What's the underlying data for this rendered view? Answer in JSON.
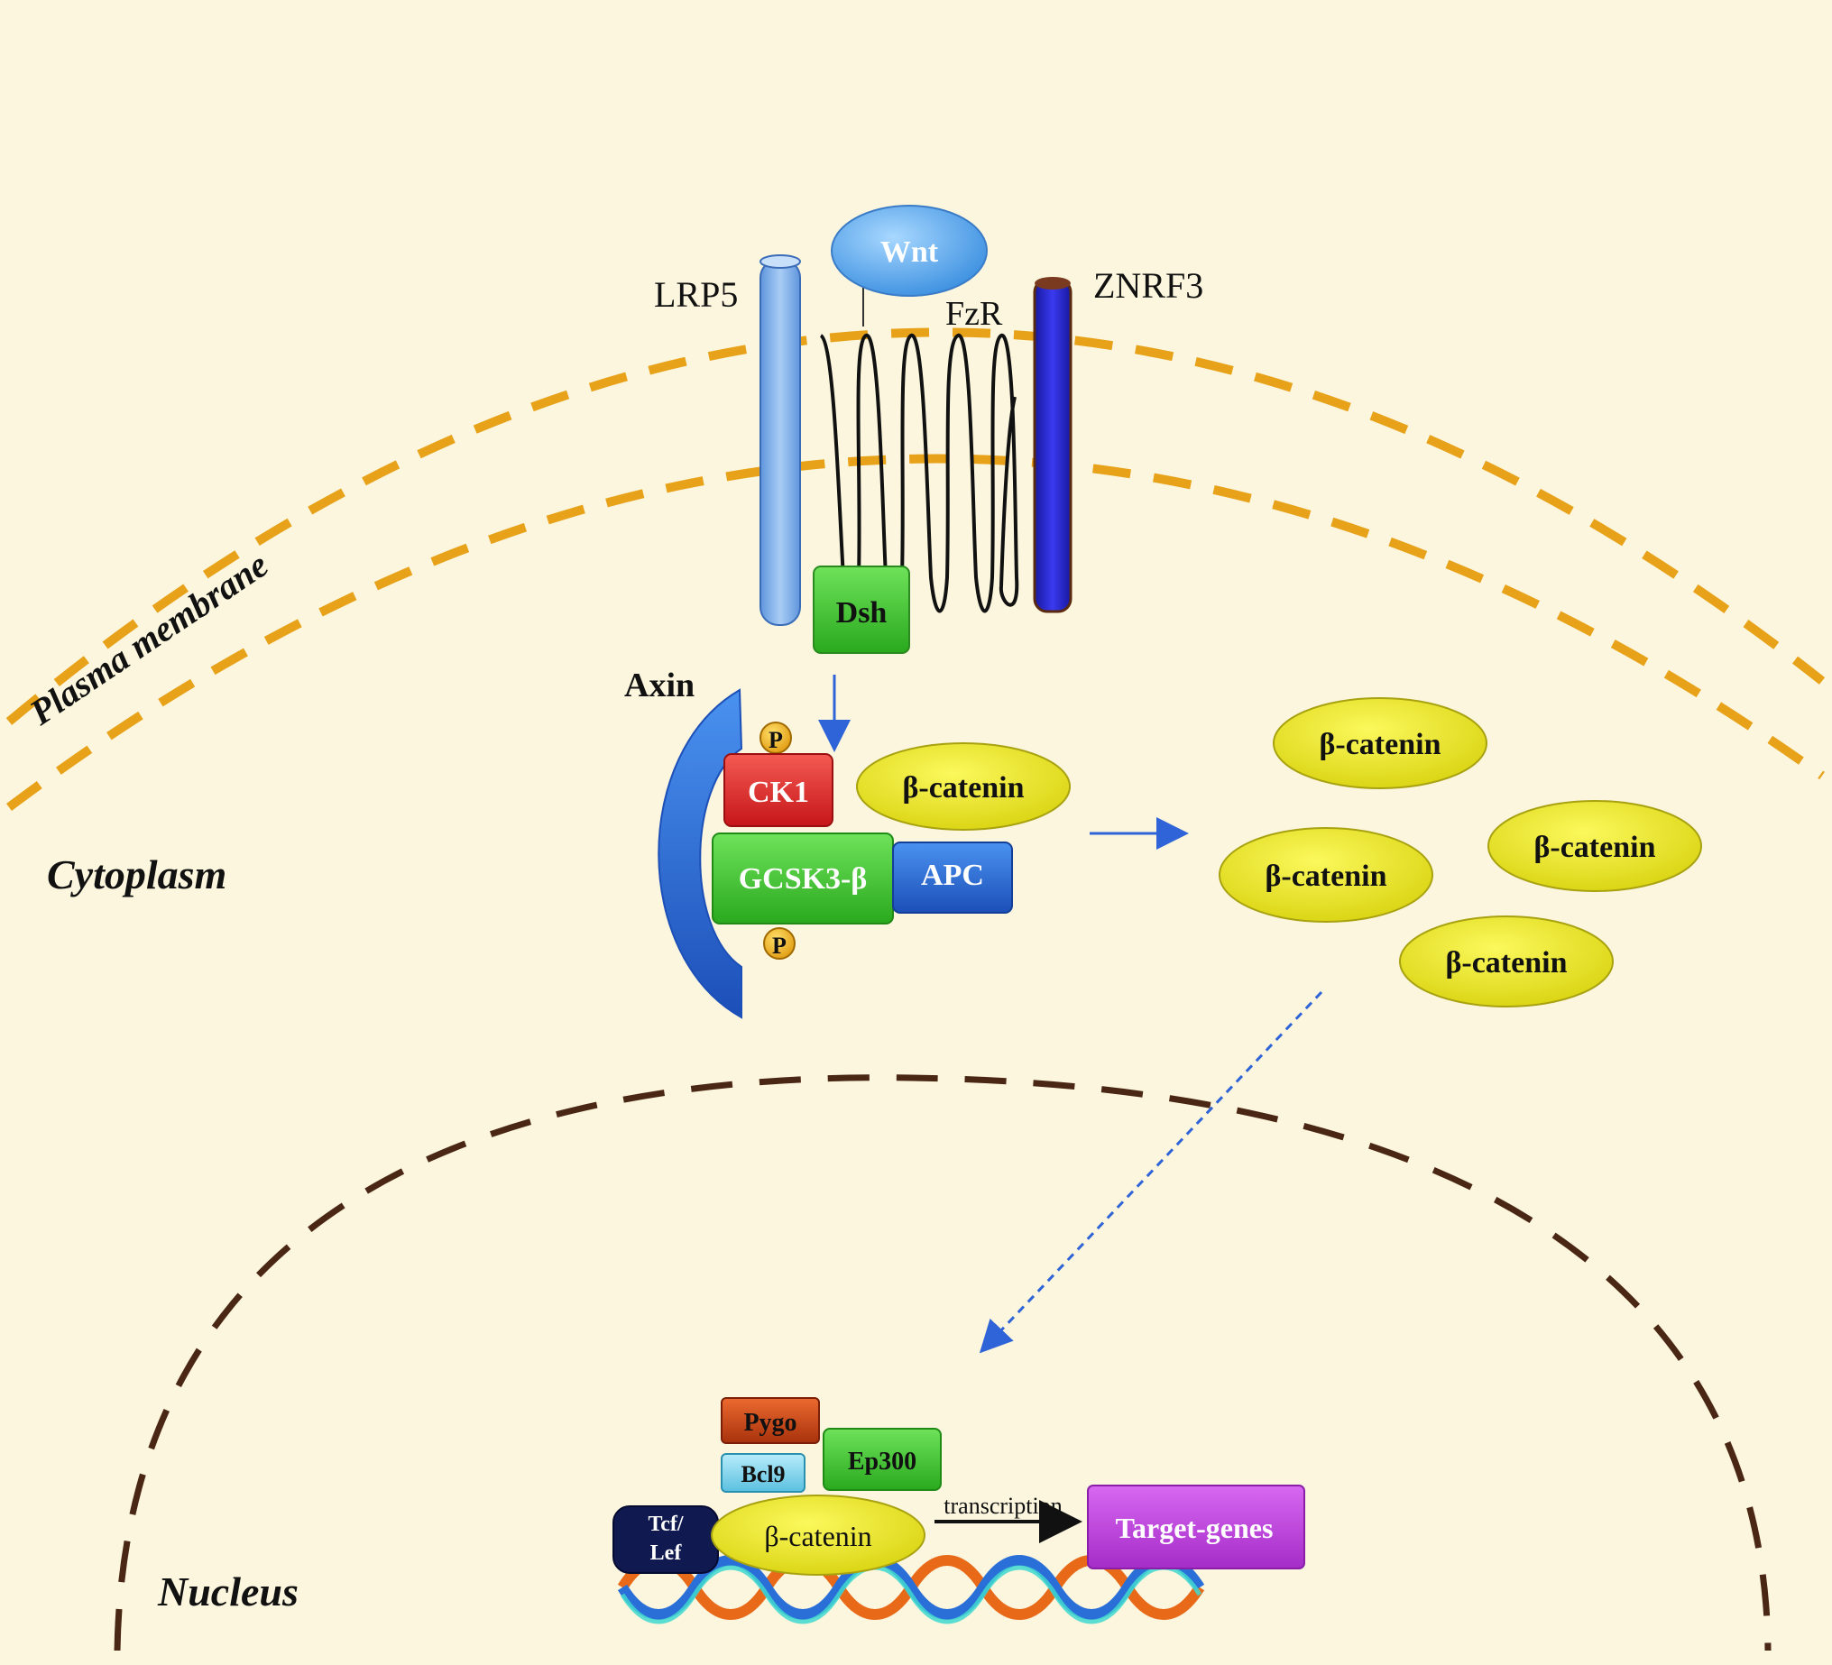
{
  "colors": {
    "background": "#fbf6dd",
    "plasma_membrane": "#e8a21a",
    "nuclear_envelope": "#4a2615",
    "beta_catenin": "#eeea1c",
    "ck1": "#e62a26",
    "gsk3b": "#3ecb2e",
    "apc": "#2a6fd8",
    "dsh": "#6cd64a",
    "lrp5": "#7fb0ea",
    "znrf3": "#2a2ad0",
    "wnt": "#5aaef0",
    "axin": "#3f79e0",
    "target_genes": "#c040e0",
    "pygo": "#d04a1c",
    "bcl9": "#8ad8f0",
    "ep300": "#3fd03a",
    "tcf_lef": "#101a50",
    "arrow": "#2f64d8"
  },
  "compartments": {
    "plasma_membrane": "Plasma membrane",
    "cytoplasm": "Cytoplasm",
    "nucleus": "Nucleus"
  },
  "receptors": {
    "lrp5": "LRP5",
    "wnt": "Wnt",
    "fzr": "FzR",
    "znrf3": "ZNRF3",
    "dsh": "Dsh"
  },
  "destruction_complex": {
    "axin": "Axin",
    "phospho": "P",
    "ck1": "CK1",
    "gsk3b": "GCSK3-β",
    "apc": "APC",
    "beta_catenin": "β-catenin"
  },
  "free_beta_catenin": [
    "β-catenin",
    "β-catenin",
    "β-catenin",
    "β-catenin"
  ],
  "nuclear_complex": {
    "pygo": "Pygo",
    "bcl9": "Bcl9",
    "ep300": "Ep300",
    "tcf": "Tcf/",
    "lef": "Lef",
    "beta_catenin": "β-catenin",
    "transcription": "transcription",
    "target_genes": "Target-genes"
  }
}
